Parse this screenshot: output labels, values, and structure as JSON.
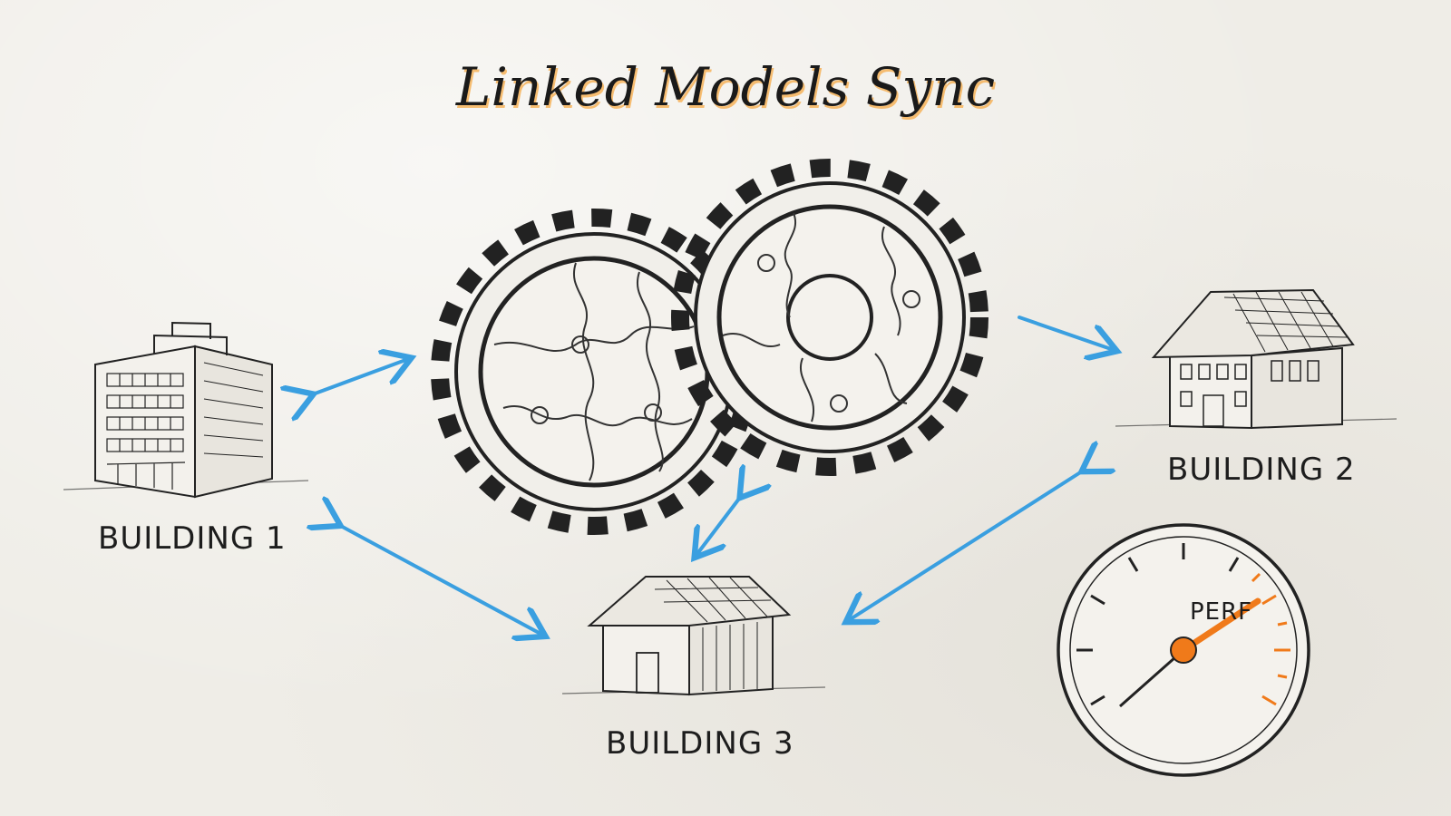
{
  "title": "Linked Models Sync",
  "nodes": {
    "building1": "BUILDING 1",
    "building2": "BUILDING 2",
    "building3": "BUILDING 3"
  },
  "gauge": {
    "label": "PERF"
  },
  "colors": {
    "arrow": "#3a9fe0",
    "accent": "#f07a1a",
    "ink": "#1d1d1d",
    "title_highlight": "#f5aa46"
  },
  "icons": [
    "office-building-icon",
    "house-icon",
    "shed-icon",
    "gear-icon",
    "puzzle-icon",
    "gauge-icon"
  ]
}
